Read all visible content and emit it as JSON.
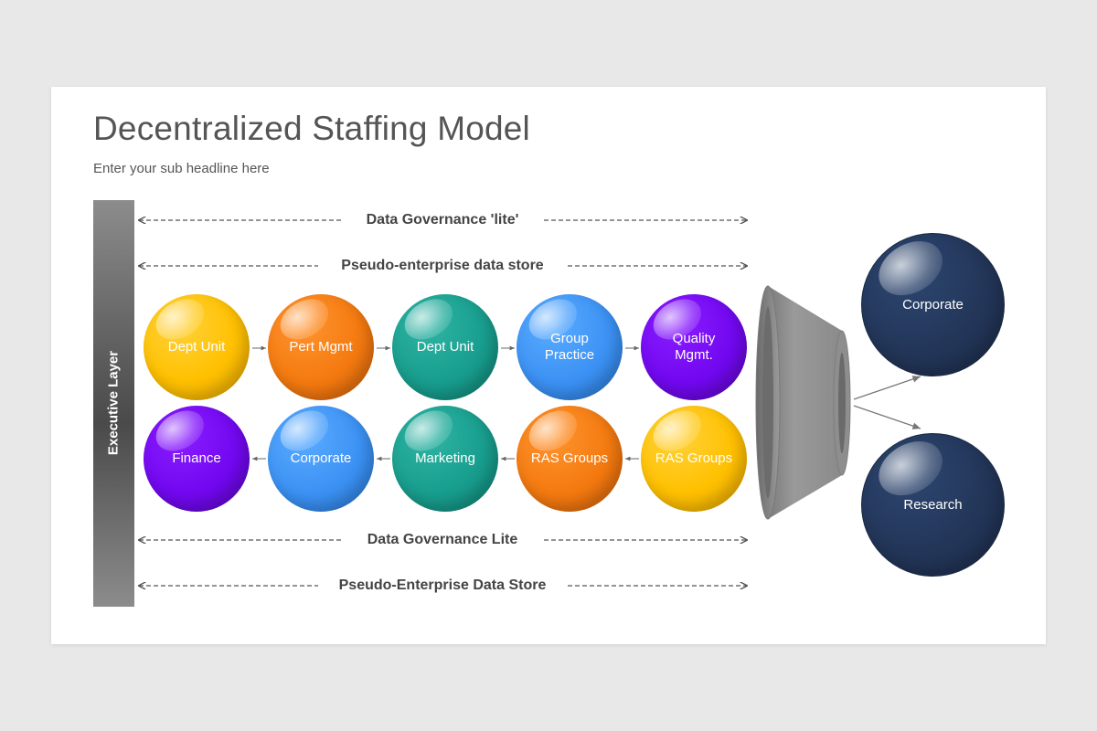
{
  "title": "Decentralized Staffing Model",
  "subtitle": "Enter your sub headline here",
  "executive_layer": "Executive Layer",
  "top_lines": [
    "Data Governance 'lite'",
    "Pseudo-enterprise data store"
  ],
  "bottom_lines": [
    "Data Governance Lite",
    "Pseudo-Enterprise Data Store"
  ],
  "row1": [
    {
      "label": "Dept Unit",
      "color": "#ffc000"
    },
    {
      "label": "Pert Mgmt",
      "color": "#f47a10"
    },
    {
      "label": "Dept Unit",
      "color": "#189e8e"
    },
    {
      "label": "Group Practice",
      "color": "#3c92f4"
    },
    {
      "label": "Quality Mgmt.",
      "color": "#7208f0"
    }
  ],
  "row2": [
    {
      "label": "Finance",
      "color": "#7208f0"
    },
    {
      "label": "Corporate",
      "color": "#3c92f4"
    },
    {
      "label": "Marketing",
      "color": "#189e8e"
    },
    {
      "label": "RAS Groups",
      "color": "#f47a10"
    },
    {
      "label": "RAS Groups",
      "color": "#ffc000"
    }
  ],
  "outputs": [
    {
      "label": "Corporate",
      "color": "#233659"
    },
    {
      "label": "Research",
      "color": "#233659"
    }
  ]
}
